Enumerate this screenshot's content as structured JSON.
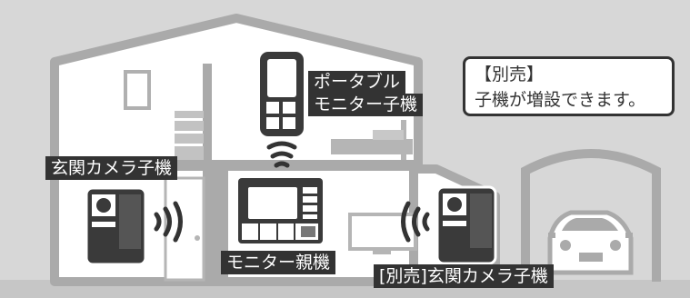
{
  "labels": {
    "portable_monitor_line1": "ポータブル",
    "portable_monitor_line2": "モニター子機",
    "entrance_camera": "玄関カメラ子機",
    "main_monitor": "モニター親機",
    "extra_entrance_camera": "[別売]玄関カメラ子機"
  },
  "callout": {
    "line1": "【別売】",
    "line2": "子機が増設できます。"
  },
  "colors": {
    "background": "#d7d7d7",
    "house_outline": "#aaaaaa",
    "interior": "#ffffff",
    "label_bg": "#333333",
    "device": "#3a3a3a",
    "furniture": "#b0b0b0"
  }
}
